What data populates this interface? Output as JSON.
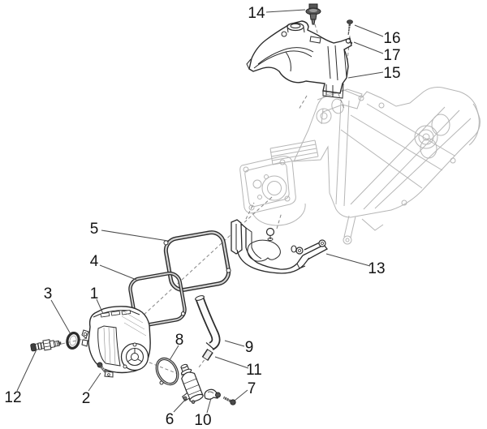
{
  "colors": {
    "background": "#ffffff",
    "ink": "#2b2b2b",
    "ghost": "#b6b6b6",
    "label": "#141414",
    "leader": "#4a4a4a",
    "dash": "#858585"
  },
  "callouts": [
    {
      "number": "1"
    },
    {
      "number": "2"
    },
    {
      "number": "3"
    },
    {
      "number": "4"
    },
    {
      "number": "5"
    },
    {
      "number": "6"
    },
    {
      "number": "7"
    },
    {
      "number": "8"
    },
    {
      "number": "9"
    },
    {
      "number": "10"
    },
    {
      "number": "11"
    },
    {
      "number": "12"
    },
    {
      "number": "13"
    },
    {
      "number": "14"
    },
    {
      "number": "15"
    },
    {
      "number": "16"
    },
    {
      "number": "17"
    }
  ]
}
